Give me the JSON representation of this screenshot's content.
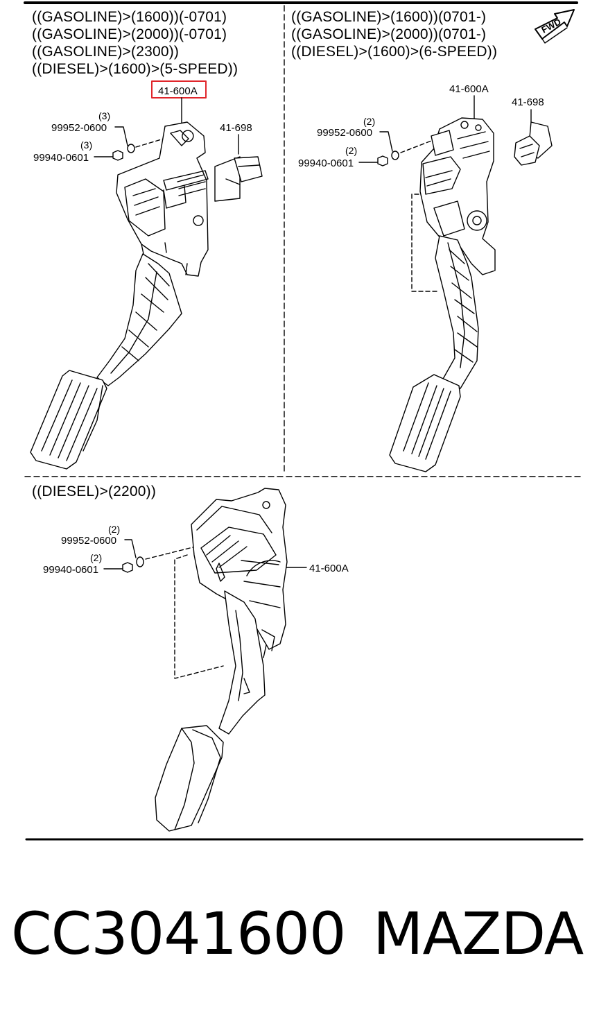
{
  "panels": [
    {
      "id": "top-left",
      "conditions": [
        "((GASOLINE)>(1600))(-0701)",
        "((GASOLINE)>(2000))(-0701)",
        "((GASOLINE)>(2300))",
        "((DIESEL)>(1600)>(5-SPEED))"
      ],
      "part_label": "41-600A",
      "sensor_label": "41-698",
      "washer_label": "99952-0600",
      "washer_qty": "(3)",
      "nut_label": "99940-0601",
      "nut_qty": "(3)"
    },
    {
      "id": "top-right",
      "conditions": [
        "((GASOLINE)>(1600))(0701-)",
        "((GASOLINE)>(2000))(0701-)",
        "((DIESEL)>(1600)>(6-SPEED))"
      ],
      "part_label": "41-600A",
      "sensor_label": "41-698",
      "washer_label": "99952-0600",
      "washer_qty": "(2)",
      "nut_label": "99940-0601",
      "nut_qty": "(2)"
    },
    {
      "id": "bottom",
      "conditions": [
        "((DIESEL)>(2200))"
      ],
      "part_label": "41-600A",
      "washer_label": "99952-0600",
      "washer_qty": "(2)",
      "nut_label": "99940-0601",
      "nut_qty": "(2)"
    }
  ],
  "fwd_label": "FWD",
  "highlight_color": "#e0262b",
  "caption": {
    "part_number": "CC3041600",
    "brand": "MAZDA"
  }
}
